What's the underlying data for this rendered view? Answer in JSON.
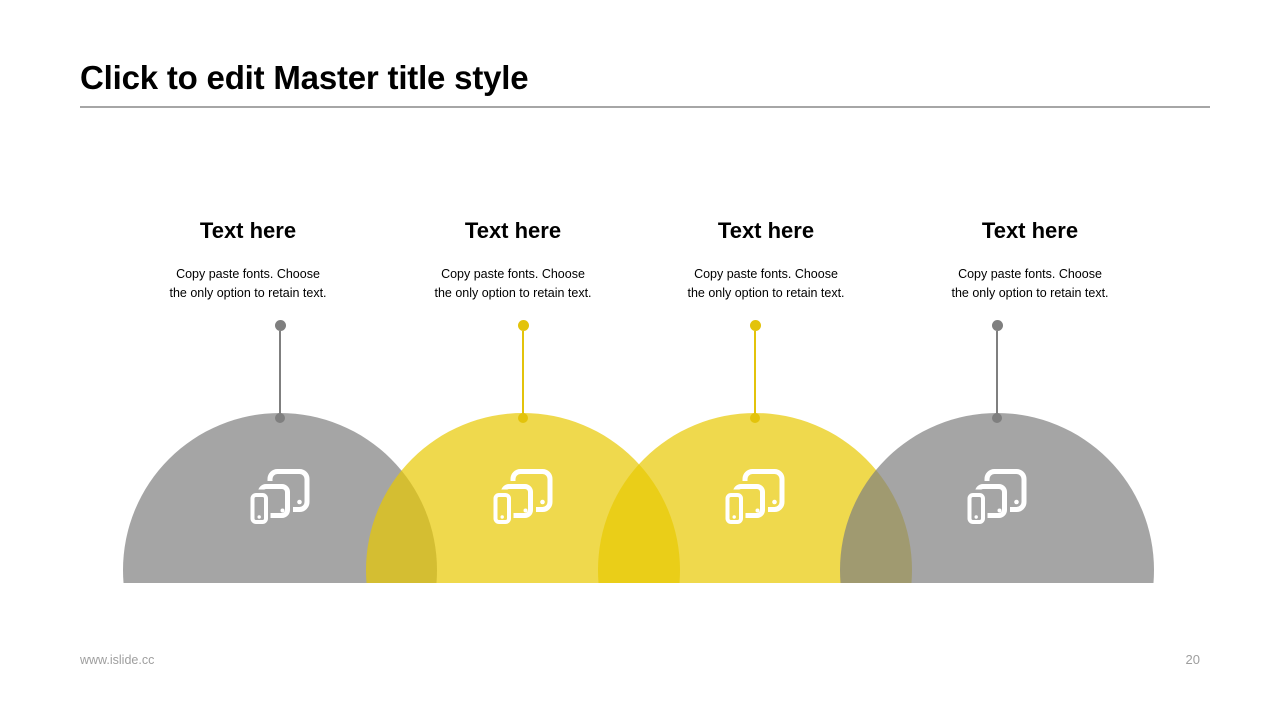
{
  "header": {
    "title": "Click to edit Master title style"
  },
  "columns": [
    {
      "heading": "Text here",
      "desc_line1": "Copy paste fonts. Choose",
      "desc_line2": "the only option to retain text.",
      "theme": "gray"
    },
    {
      "heading": "Text here",
      "desc_line1": "Copy paste fonts. Choose",
      "desc_line2": "the only option to retain text.",
      "theme": "yellow"
    },
    {
      "heading": "Text here",
      "desc_line1": "Copy paste fonts. Choose",
      "desc_line2": "the only option to retain text.",
      "theme": "yellow"
    },
    {
      "heading": "Text here",
      "desc_line1": "Copy paste fonts. Choose",
      "desc_line2": "the only option to retain text.",
      "theme": "gray"
    }
  ],
  "footer": {
    "website": "www.islide.cc",
    "page_number": "20"
  },
  "colors": {
    "gray_dome": "#7f7f7f",
    "yellow_dome": "#e8c902",
    "gray_accent": "#7f7f7f",
    "yellow_accent": "#e3c30b",
    "title_text": "#000000",
    "divider": "#a6a6a6",
    "footer_text": "#9e9e9e",
    "icon": "#ffffff"
  },
  "icons": {
    "dome_icon": "responsive-devices-icon"
  }
}
